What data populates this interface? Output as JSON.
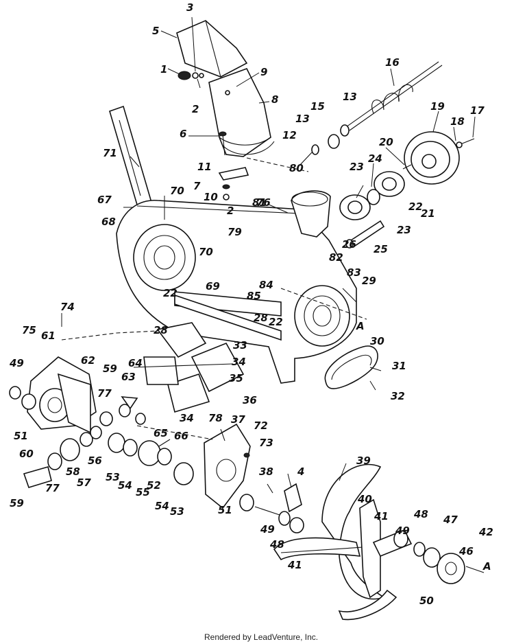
{
  "labels": [
    "1",
    "2",
    "3",
    "5",
    "9",
    "8",
    "6",
    "16",
    "13",
    "15",
    "13",
    "12",
    "19",
    "17",
    "18",
    "20",
    "24",
    "23",
    "22",
    "21",
    "23",
    "25",
    "26",
    "82",
    "83",
    "11",
    "7",
    "10",
    "80",
    "71",
    "70",
    "2",
    "76",
    "81",
    "79",
    "67",
    "68",
    "70",
    "85",
    "84",
    "28",
    "22",
    "29",
    "69",
    "22",
    "28",
    "A",
    "74",
    "75",
    "61",
    "49",
    "62",
    "59",
    "63",
    "64",
    "33",
    "34",
    "35",
    "36",
    "30",
    "31",
    "32",
    "51",
    "60",
    "77",
    "65",
    "34",
    "56",
    "57",
    "58",
    "59",
    "77",
    "53",
    "54",
    "55",
    "52",
    "54",
    "53",
    "66",
    "78",
    "37",
    "72",
    "73",
    "38",
    "4",
    "39",
    "40",
    "51",
    "49",
    "48",
    "41",
    "41",
    "49",
    "48",
    "47",
    "42",
    "A",
    "46",
    "50"
  ],
  "credit": "Rendered by LeadVenture, Inc."
}
